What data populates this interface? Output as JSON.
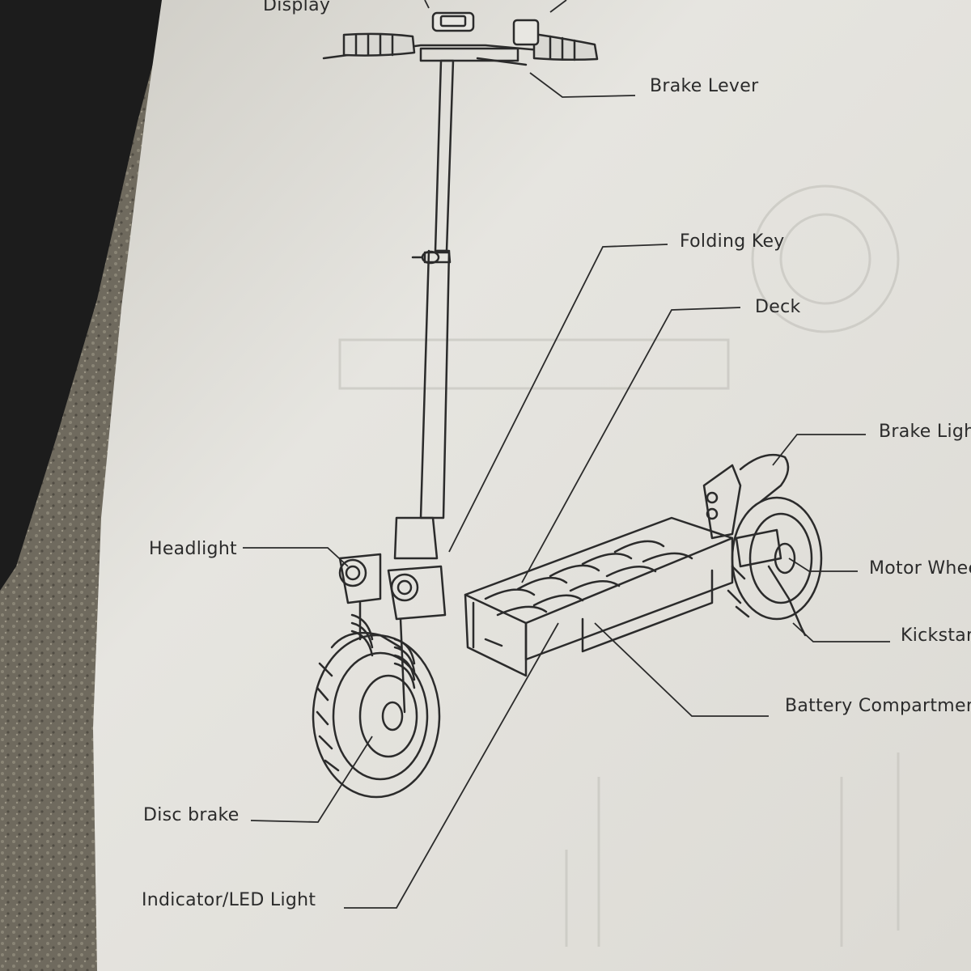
{
  "labels": {
    "display": "Display",
    "brake_lever": "Brake Lever",
    "folding_key": "Folding Key",
    "deck": "Deck",
    "brake_light": "Brake Light",
    "headlight": "Headlight",
    "motor_wheel": "Motor Wheel",
    "kickstand": "Kickstand",
    "battery_compartment": "Battery Compartment",
    "disc_brake": "Disc brake",
    "indicator_led_light": "Indicator/LED Light"
  },
  "colors": {
    "paper": "#e4e3de",
    "ink": "#2b2b2b",
    "background_ground": "#6f6a5e",
    "dark_object": "#1c1c1c"
  }
}
